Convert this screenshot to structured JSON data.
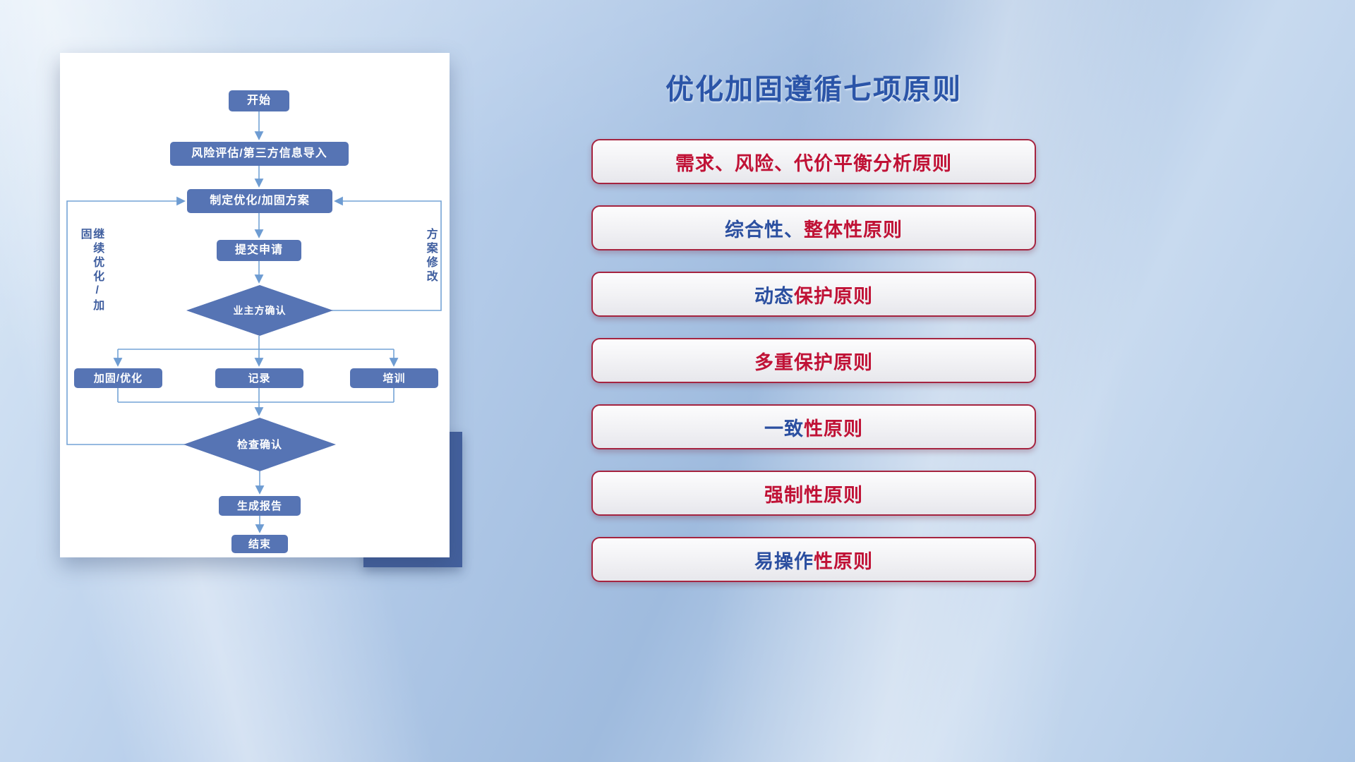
{
  "title": "优化加固遵循七项原则",
  "flowchart": {
    "nodes": {
      "start": "开始",
      "risk_import": "风险评估/第三方信息导入",
      "make_plan": "制定优化/加固方案",
      "submit": "提交申请",
      "owner_confirm": "业主方确认",
      "harden": "加固/优化",
      "record": "记录",
      "train": "培训",
      "check_confirm": "检查确认",
      "report": "生成报告",
      "end": "结束"
    },
    "loop_labels": {
      "left": "继续优化/加固",
      "right": "方案修改"
    }
  },
  "principles": [
    {
      "blue": "",
      "red": "需求、风险、代价平衡分析原则"
    },
    {
      "blue": "综合性、",
      "red": "整体性原则"
    },
    {
      "blue": "动态",
      "red": "保护原则"
    },
    {
      "blue": "",
      "red": "多重保护原则"
    },
    {
      "blue": "一致",
      "red": "性原则"
    },
    {
      "blue": "",
      "red": "强制性原则"
    },
    {
      "blue": "易操作",
      "red": "性原则"
    }
  ],
  "colors": {
    "node_fill": "#5674b4",
    "connector_line": "#74a3d6",
    "principle_border": "#a52440",
    "principle_red_text": "#c01236",
    "principle_blue_text": "#2b4fa0",
    "title_blue": "#2b55a8",
    "accent_rect": "#44619e"
  }
}
